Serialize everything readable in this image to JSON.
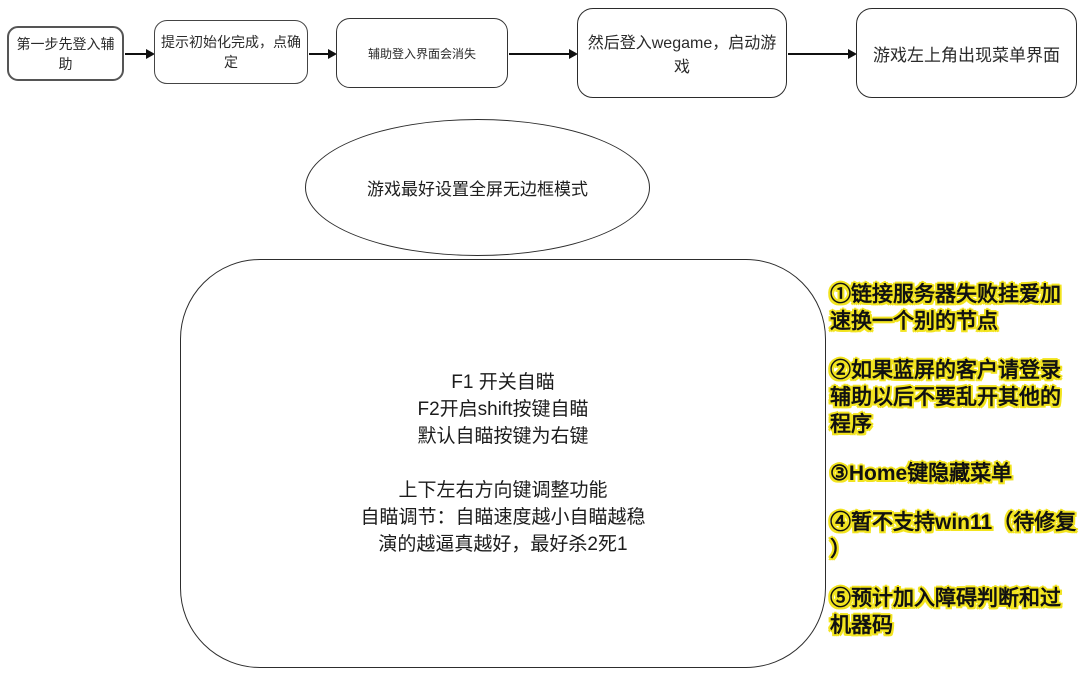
{
  "flow_steps": [
    {
      "label": "第一步先登入辅助"
    },
    {
      "label": "提示初始化完成，点确定"
    },
    {
      "label": "辅助登入界面会消失"
    },
    {
      "label": "然后登入wegame，启动游戏"
    },
    {
      "label": "游戏左上角出现菜单界面"
    }
  ],
  "ellipse": {
    "label": "游戏最好设置全屏无边框模式"
  },
  "main_box": {
    "lines": [
      "F1 开关自瞄",
      "F2开启shift按键自瞄",
      "默认自瞄按键为右键",
      "",
      "上下左右方向键调整功能",
      "自瞄调节：自瞄速度越小自瞄越稳",
      "演的越逼真越好，最好杀2死1"
    ]
  },
  "annotations": [
    {
      "text": "①链接服务器失败挂爱加速换一个别的节点",
      "lines": [
        "①链接服务器失败挂爱加",
        "速换一个别的节点"
      ]
    },
    {
      "text": "②如果蓝屏的客户请登录辅助以后不要乱开其他的程序",
      "lines": [
        "②如果蓝屏的客户请登录",
        "辅助以后不要乱开其他的",
        "程序"
      ]
    },
    {
      "text": "③Home键隐藏菜单",
      "lines": [
        "③Home键隐藏菜单"
      ]
    },
    {
      "text": "④暂不支持win11（待修复）",
      "lines": [
        "④暂不支持win11（待修复",
        "）"
      ]
    },
    {
      "text": "⑤预计加入障碍判断和过机器码",
      "lines": [
        "⑤预计加入障碍判断和过",
        "机器码"
      ]
    }
  ],
  "colors": {
    "highlight_yellow": "#f2e41f",
    "stroke": "#2d2d2d",
    "text": "#1c1c1c",
    "background": "#ffffff"
  }
}
